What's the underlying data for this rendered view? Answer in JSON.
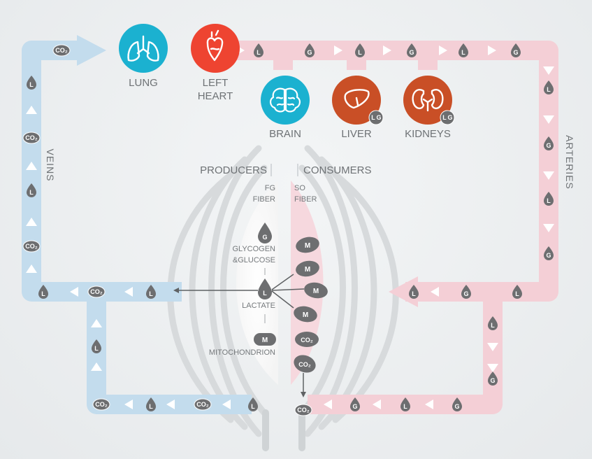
{
  "organs": {
    "lung": "LUNG",
    "left_heart_line1": "LEFT",
    "left_heart_line2": "HEART",
    "brain": "BRAIN",
    "liver": "LIVER",
    "kidneys": "KIDNEYS"
  },
  "headings": {
    "producers": "PRODUCERS",
    "consumers": "CONSUMERS",
    "fg_line1": "FG",
    "fg_line2": "FIBER",
    "so_line1": "SO",
    "so_line2": "FIBER"
  },
  "side_labels": {
    "veins": "VEINS",
    "arteries": "ARTERIES"
  },
  "fiber_labels": {
    "glycogen_line1": "GLYCOGEN",
    "glycogen_line2": "&GLUCOSE",
    "lactate": "LACTATE",
    "mitochondrion": "MITOCHONDRION"
  },
  "tokens": {
    "lactate": "L",
    "glucose": "G",
    "co2": "CO₂",
    "mito": "M"
  },
  "colors": {
    "vein_blue": "#c3dced",
    "artery_pink": "#f4cfd6",
    "teal_organ": "#1bb1d0",
    "red_organ": "#ee4431",
    "rust_organ": "#c94f26",
    "token_gray": "#6d6e70"
  },
  "icons": {
    "lung": "lungs-icon",
    "heart": "heart-icon",
    "brain": "brain-icon",
    "liver": "liver-icon",
    "kidneys": "kidneys-icon"
  }
}
